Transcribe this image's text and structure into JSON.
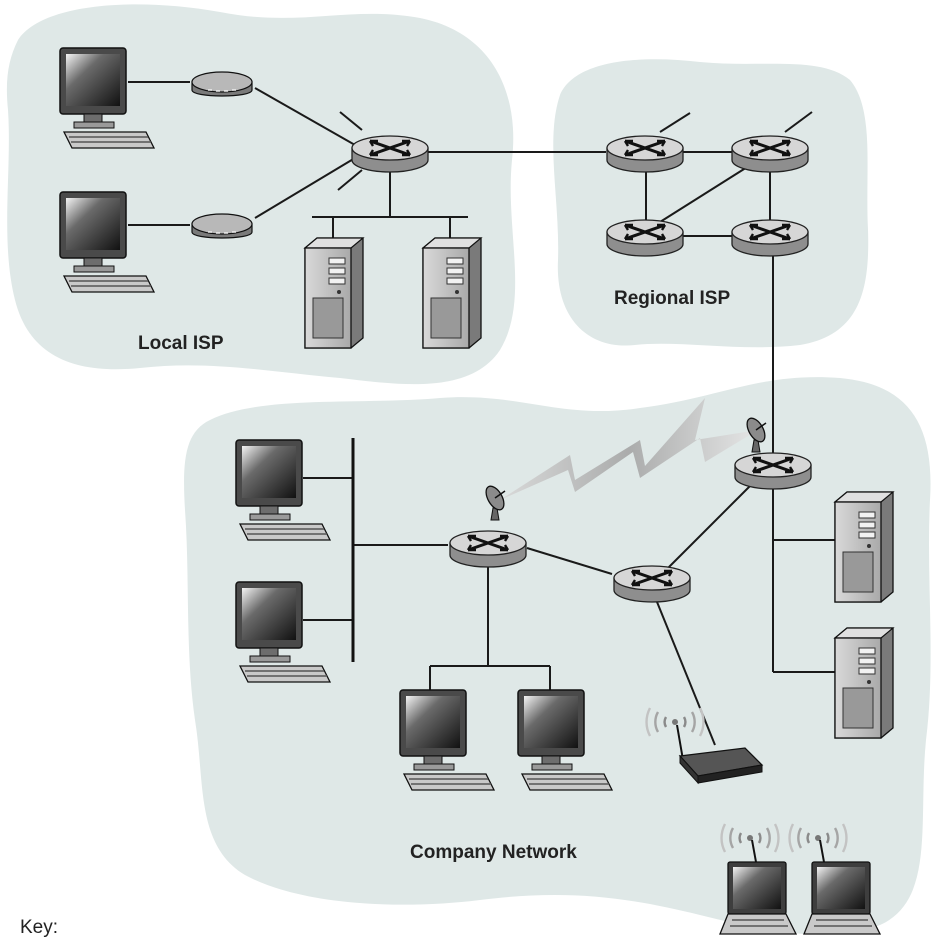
{
  "labels": {
    "local_isp": "Local ISP",
    "regional_isp": "Regional ISP",
    "company_network": "Company Network",
    "key": "Key:"
  },
  "colors": {
    "cloud": "#dfe8e7",
    "router_top": "#d6d6d6",
    "router_side": "#8e8e8e",
    "link": "#1a1a1a",
    "wireless_bolt": "#b8b8b8"
  },
  "icons": [
    "host-computer-icon",
    "modem-icon",
    "router-icon",
    "server-icon",
    "satellite-dish-icon",
    "wireless-access-point-icon",
    "laptop-icon",
    "wireless-signal-icon"
  ]
}
